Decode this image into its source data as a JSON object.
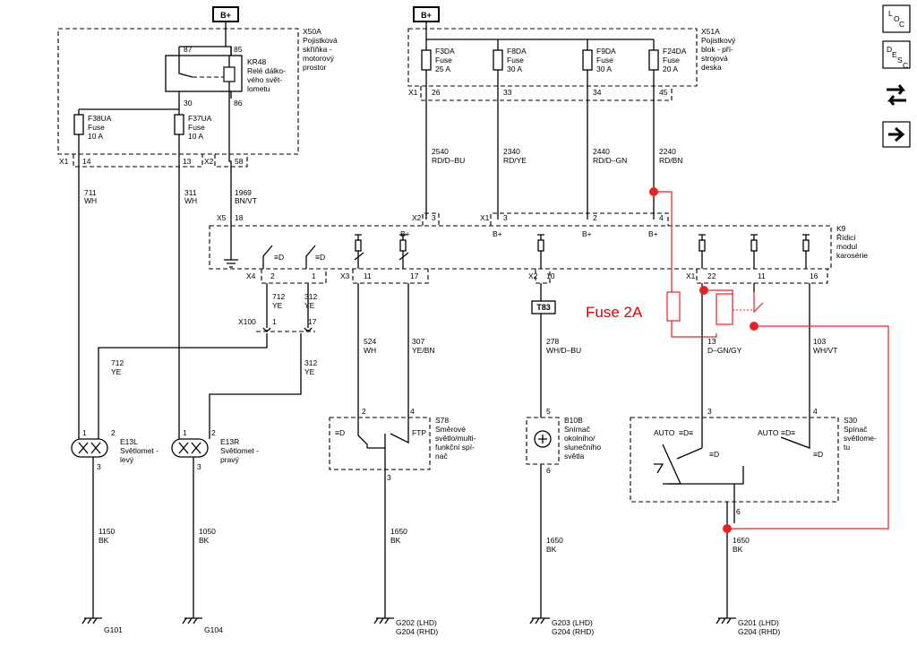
{
  "power": {
    "label": "B+"
  },
  "x50a": {
    "id": "X50A",
    "l1": "Pojistková",
    "l2": "skříňka -",
    "l3": "motorový",
    "l4": "prostor"
  },
  "kr48": {
    "id": "KR48",
    "l1": "Relé dálko-",
    "l2": "vého svět-",
    "l3": "lometu",
    "p87": "87",
    "p85": "85",
    "p30": "30",
    "p86": "86"
  },
  "f38ua": {
    "id": "F38UA",
    "type": "Fuse",
    "rating": "10 A"
  },
  "f37ua": {
    "id": "F37UA",
    "type": "Fuse",
    "rating": "10 A"
  },
  "x50pins": {
    "c1": "X1",
    "c2": "X2",
    "p14": "14",
    "p13": "13",
    "p58": "58"
  },
  "w711": {
    "num": "711",
    "color": "WH"
  },
  "w311": {
    "num": "311",
    "color": "WH"
  },
  "w1969": {
    "num": "1969",
    "color": "BN/VT"
  },
  "x51a": {
    "id": "X51A",
    "l1": "Pojistkový",
    "l2": "blok - pří-",
    "l3": "strojová",
    "l4": "deska"
  },
  "f3da": {
    "id": "F3DA",
    "type": "Fuse",
    "rating": "25 A"
  },
  "f8da": {
    "id": "F8DA",
    "type": "Fuse",
    "rating": "30 A"
  },
  "f9da": {
    "id": "F9DA",
    "type": "Fuse",
    "rating": "30 A"
  },
  "f24da": {
    "id": "F24DA",
    "type": "Fuse",
    "rating": "20 A"
  },
  "x51pins": {
    "c1": "X1",
    "p26": "26",
    "p33": "33",
    "p34": "34",
    "p45": "45"
  },
  "w2540": {
    "num": "2540",
    "color": "RD/D–BU"
  },
  "w2340": {
    "num": "2340",
    "color": "RD/YE"
  },
  "w2440": {
    "num": "2440",
    "color": "RD/D–GN"
  },
  "w2240": {
    "num": "2240",
    "color": "RD/BN"
  },
  "k9": {
    "id": "K9",
    "l1": "Řídicí",
    "l2": "modul",
    "l3": "karosérie",
    "bplus": "B+"
  },
  "k9top": {
    "x5": "X5",
    "p18": "18",
    "x2": "X2",
    "p3a": "3",
    "x1": "X1",
    "p3b": "3",
    "p2": "2",
    "p4": "4"
  },
  "k9bot": {
    "x4": "X4",
    "p2": "2",
    "p1": "1",
    "x3": "X3",
    "p11": "11",
    "p17": "17",
    "x2": "X2",
    "p10": "10",
    "x1": "X1",
    "p22": "22",
    "p11b": "11",
    "p16": "16"
  },
  "w712a": {
    "num": "712",
    "color": "YE"
  },
  "w312a": {
    "num": "312",
    "color": "YE"
  },
  "x100": {
    "id": "X100",
    "p1": "1",
    "p17": "17"
  },
  "w712b": {
    "num": "712",
    "color": "YE"
  },
  "w312b": {
    "num": "312",
    "color": "YE"
  },
  "w524": {
    "num": "524",
    "color": "WH"
  },
  "w307": {
    "num": "307",
    "color": "YE/BN"
  },
  "t83": {
    "id": "T83"
  },
  "w278": {
    "num": "278",
    "color": "WH/D–BU"
  },
  "w13": {
    "num": "13",
    "color": "D–GN/GY"
  },
  "w103": {
    "num": "103",
    "color": "WH/VT"
  },
  "annotation": {
    "fuse": "Fuse 2A"
  },
  "e13l": {
    "id": "E13L",
    "l1": "Světlomet -",
    "l2": "levý",
    "p1": "1",
    "p2": "2",
    "p3": "3"
  },
  "e13r": {
    "id": "E13R",
    "l1": "Světlomet -",
    "l2": "pravý",
    "p1": "1",
    "p2": "2",
    "p3": "3"
  },
  "s78": {
    "id": "S78",
    "l1": "Směrové",
    "l2": "světlo/multi-",
    "l3": "funkční spí-",
    "l4": "nač",
    "ftp": "FTP",
    "p2": "2",
    "p4": "4",
    "p3": "3"
  },
  "b10b": {
    "id": "B10B",
    "l1": "Snímač",
    "l2": "okolního/",
    "l3": "slunečního",
    "l4": "světla",
    "p5": "5",
    "p6": "6"
  },
  "s30": {
    "id": "S30",
    "l1": "Spínač",
    "l2": "světlome-",
    "l3": "tu",
    "auto1": "AUTO",
    "auto2": "AUTO",
    "p3": "3",
    "p4": "4",
    "p6": "6"
  },
  "w1150": {
    "num": "1150",
    "color": "BK"
  },
  "w1050": {
    "num": "1050",
    "color": "BK"
  },
  "w1650a": {
    "num": "1650",
    "color": "BK"
  },
  "w1650b": {
    "num": "1650",
    "color": "BK"
  },
  "w1650c": {
    "num": "1650",
    "color": "BK"
  },
  "grounds": {
    "g101": "G101",
    "g104": "G104",
    "g202": "G202 (LHD)",
    "g204a": "G204 (RHD)",
    "g203": "G203 (LHD)",
    "g204b": "G204 (RHD)",
    "g201": "G201 (LHD)",
    "g204c": "G204 (RHD)"
  },
  "side_buttons": {
    "loc": "LOC",
    "desc": "DESC"
  },
  "colors": {
    "annotation": "#e00000",
    "line": "#000000"
  },
  "icons": [
    "loc-icon",
    "desc-icon",
    "swap-arrows-icon",
    "arrow-right-icon"
  ]
}
